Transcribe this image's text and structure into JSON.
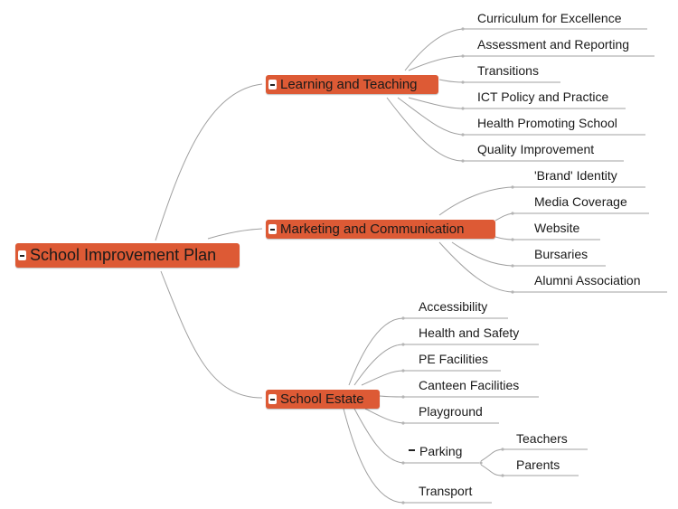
{
  "root": {
    "label": "School Improvement Plan"
  },
  "branches": [
    {
      "id": "learning",
      "label": "Learning and Teaching",
      "children": [
        "Curriculum for Excellence",
        "Assessment and Reporting",
        "Transitions",
        "ICT Policy and Practice",
        "Health Promoting School",
        "Quality Improvement"
      ]
    },
    {
      "id": "marketing",
      "label": "Marketing and Communication",
      "children": [
        "'Brand' Identity",
        "Media Coverage",
        "Website",
        "Bursaries",
        "Alumni Association"
      ]
    },
    {
      "id": "estate",
      "label": "School Estate",
      "children": [
        "Accessibility",
        "Health and Safety",
        "PE Facilities",
        "Canteen Facilities",
        "Playground",
        "Parking",
        "Transport"
      ]
    }
  ],
  "parking_children": [
    "Teachers",
    "Parents"
  ],
  "colors": {
    "node_fill": "#dd5a35",
    "line": "#9a9a9a",
    "text": "#1a1a1a"
  },
  "icons": {
    "collapse": "minus-icon"
  }
}
